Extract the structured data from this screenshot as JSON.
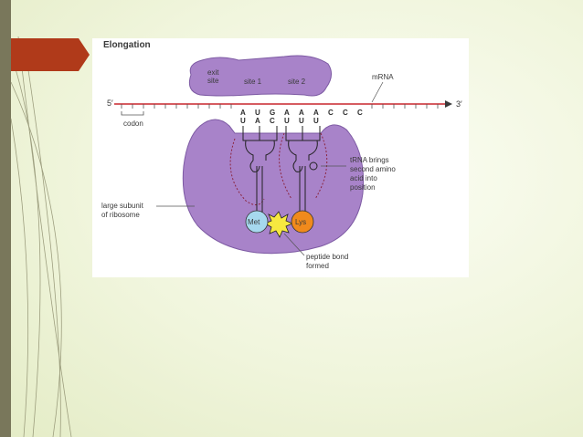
{
  "slide": {
    "accent_color": "#b03a1a",
    "sidebar_color": "#79775b",
    "background_color": "#eef3d8"
  },
  "figure": {
    "title": "Elongation",
    "labels": {
      "exit_site_line1": "exit",
      "exit_site_line2": "site",
      "site1": "site 1",
      "site2": "site 2",
      "mrna": "mRNA",
      "five_prime": "5′",
      "three_prime": "3′",
      "codon": "codon",
      "trna_line1": "tRNA brings",
      "trna_line2": "second amino",
      "trna_line3": "acid into",
      "trna_line4": "position",
      "large_subunit_line1": "large subunit",
      "large_subunit_line2": "of ribosome",
      "peptide_line1": "peptide bond",
      "peptide_line2": "formed",
      "met": "Met",
      "lys": "Lys"
    },
    "mrna_bases": [
      "A",
      "U",
      "G",
      "A",
      "A",
      "A",
      "C",
      "C",
      "C"
    ],
    "anticodon_bases": [
      "U",
      "A",
      "C",
      "U",
      "U",
      "U"
    ],
    "colors": {
      "ribosome": "#a883c9",
      "ribosome_dark": "#7d5aa3",
      "mrna": "#c8262d",
      "met": "#a6d8ee",
      "lys": "#f08a1c",
      "bond": "#f6e840"
    }
  }
}
